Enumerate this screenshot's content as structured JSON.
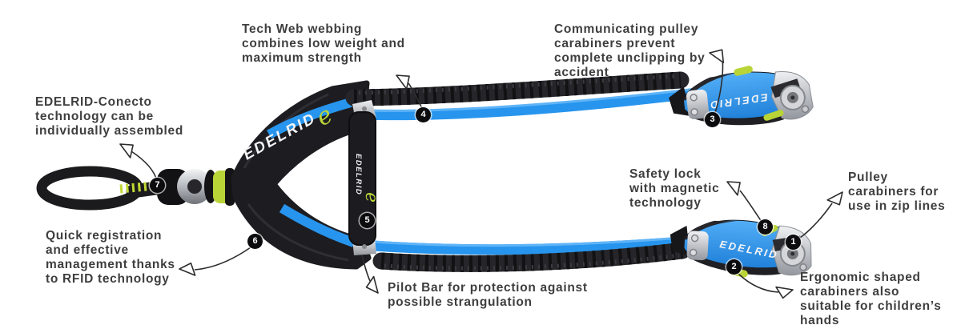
{
  "product": {
    "brand": "EDELRID",
    "logo_glyph": "e"
  },
  "colors": {
    "webbing_blue": "#2B96EE",
    "accent_lime": "#B9D436",
    "hardware_black": "#1D1D21",
    "hardware_silver": "#C3C6CB",
    "annotation_text": "#3E3E3E"
  },
  "annotations": {
    "tech_web": {
      "lines": [
        "Tech Web webbing",
        "combines low weight and",
        "maximum strength"
      ]
    },
    "communicating": {
      "lines": [
        "Communicating pulley",
        "carabiners prevent",
        "complete unclipping by",
        "accident"
      ]
    },
    "conecto": {
      "lines": [
        "EDELRID-Conecto",
        "technology can be",
        "individually assembled"
      ]
    },
    "rfid": {
      "lines": [
        "Quick registration",
        "and effective",
        "management thanks",
        "to RFID technology"
      ]
    },
    "safety_lock": {
      "lines": [
        "Safety lock",
        "with magnetic",
        "technology"
      ]
    },
    "pulley": {
      "lines": [
        "Pulley",
        "carabiners for",
        "use in zip lines"
      ]
    },
    "pilot_bar": {
      "lines": [
        "Pilot Bar for protection against",
        "possible strangulation"
      ]
    },
    "ergonomic": {
      "lines": [
        "Ergonomic shaped",
        "carabiners also",
        "suitable for children’s",
        "hands"
      ]
    }
  },
  "markers": {
    "m1": "1",
    "m2": "2",
    "m3": "3",
    "m4": "4",
    "m5": "5",
    "m6": "6",
    "m7": "7",
    "m8": "8"
  }
}
